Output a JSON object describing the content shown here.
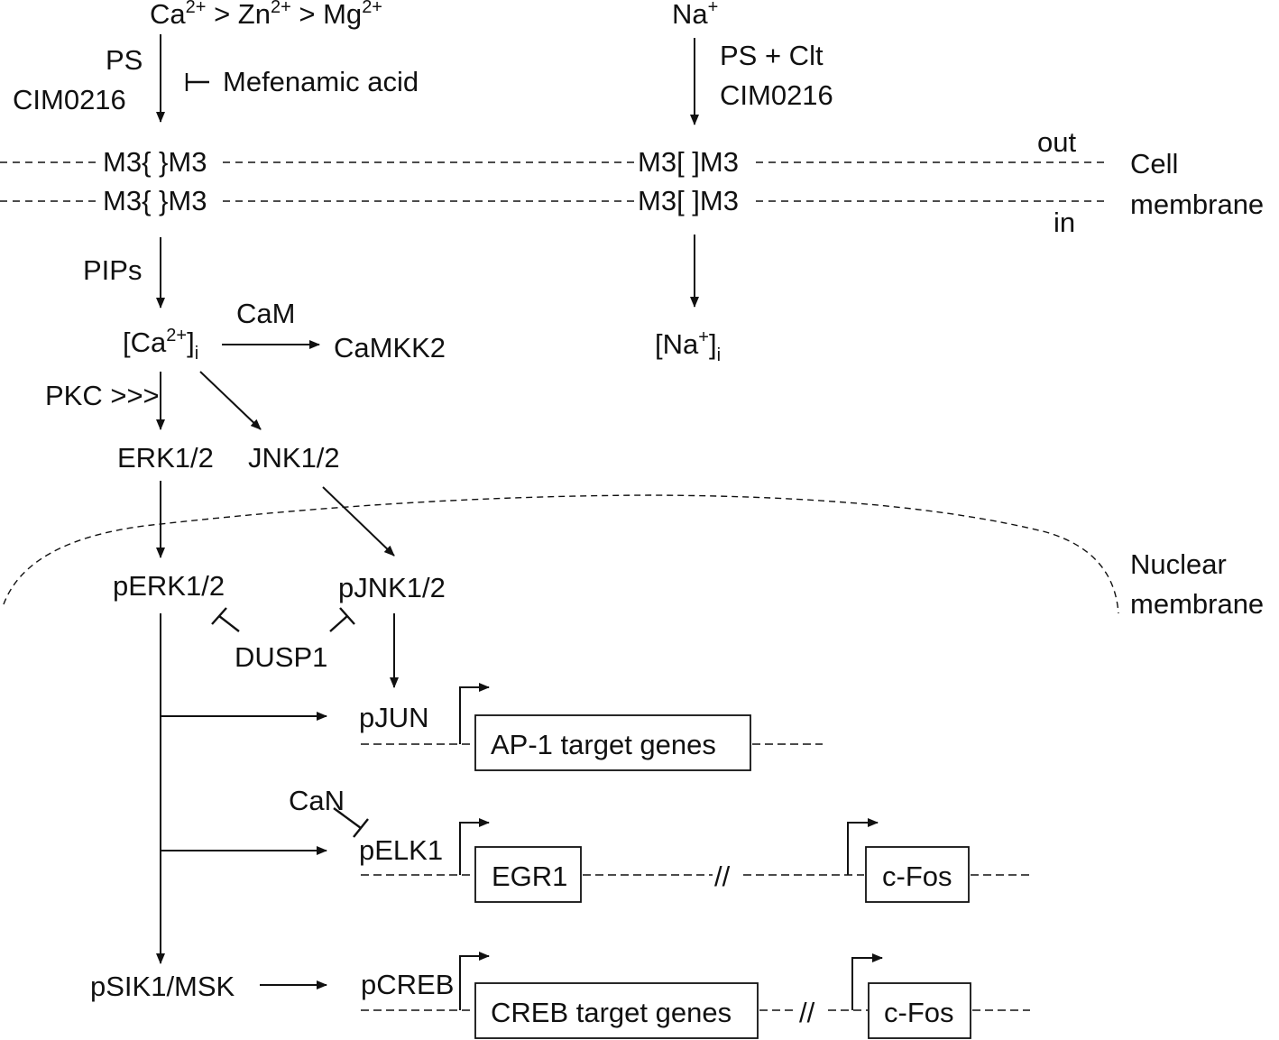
{
  "top_left": {
    "cation_order": [
      "Ca",
      "2+",
      " > Zn",
      "2+",
      " > Mg",
      "2+"
    ],
    "activators": [
      "PS",
      "CIM0216"
    ],
    "inhibitor": "Mefenamic acid"
  },
  "top_right": {
    "ion": [
      "Na",
      "+"
    ],
    "activators": [
      "PS + Clt",
      "CIM0216"
    ]
  },
  "membrane": {
    "channel_left": "M3{ }M3",
    "channel_right": "M3[ ]M3",
    "out_label": "out",
    "in_label": "in",
    "label_line1": "Cell",
    "label_line2": "membrane"
  },
  "cytosol": {
    "pips": "PIPs",
    "ca_i": [
      "[Ca",
      "2+",
      "]",
      "i"
    ],
    "cam": "CaM",
    "camkk2": "CaMKK2",
    "na_i": [
      "[Na",
      "+",
      "]",
      "i"
    ],
    "pkc": "PKC >>>",
    "erk": "ERK1/2",
    "jnk": "JNK1/2"
  },
  "nucleus": {
    "label_line1": "Nuclear",
    "label_line2": "membrane",
    "perk": "pERK1/2",
    "pjnk": "pJNK1/2",
    "dusp1": "DUSP1",
    "pjun": "pJUN",
    "can": "CaN",
    "pelk1": "pELK1",
    "psik1": "pSIK1/MSK",
    "pcreb": "pCREB",
    "genes": {
      "ap1": "AP-1 target genes",
      "egr1": "EGR1",
      "cfos1": "c-Fos",
      "creb": "CREB target genes",
      "cfos2": "c-Fos",
      "break_mark": "//"
    }
  }
}
